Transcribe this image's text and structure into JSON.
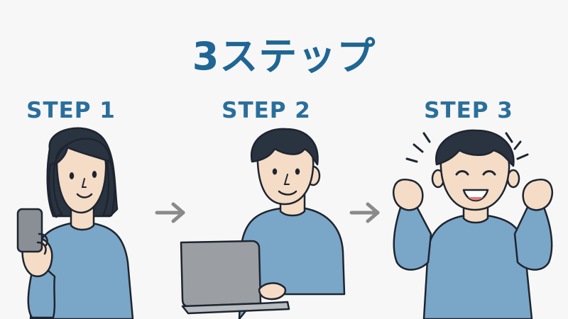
{
  "title": "3ステップ",
  "steps": [
    {
      "label": "STEP 1",
      "illustration": "woman-smartphone"
    },
    {
      "label": "STEP 2",
      "illustration": "man-laptop"
    },
    {
      "label": "STEP 3",
      "illustration": "man-celebrating"
    }
  ],
  "arrow_icon": "right-arrow-icon",
  "colors": {
    "title": "#1f6694",
    "step_label": "#2a6f9c",
    "shirt": "#7aa6c8",
    "hair": "#2a3340",
    "skin": "#f4dcc6",
    "arrow": "#8a8a8a",
    "background": "#f7f7f7"
  }
}
